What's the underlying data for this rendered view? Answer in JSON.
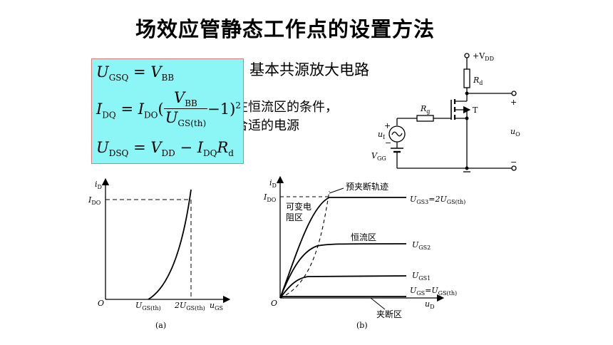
{
  "title": "场效应管静态工作点的设置方法",
  "circuit_heading": "基本共源放大电路",
  "note_line1": "在恒流区的条件，",
  "note_line2": "合适的电源",
  "formulas": {
    "f1_lhs": "U",
    "f1_lhs_sub": "GSQ",
    "f1_rhs": "= V",
    "f1_rhs_sub": "BB",
    "f2_lhs": "I",
    "f2_lhs_sub": "DQ",
    "f2_eq": "= I",
    "f2_eq_sub": "DO",
    "f2_open": "(",
    "f2_num": "V",
    "f2_num_sub": "BB",
    "f2_den": "U",
    "f2_den_sub": "GS(th)",
    "f2_tail": "−1)",
    "f2_exp": "2",
    "f3_lhs": "U",
    "f3_lhs_sub": "DSQ",
    "f3_rhs": "= V",
    "f3_rhs_sub": "DD",
    "f3_minus": " − I",
    "f3_minus_sub": "DQ",
    "f3_r": "R",
    "f3_r_sub": "d"
  },
  "circuit": {
    "vdd": "+V",
    "vdd_sub": "DD",
    "rd": "R",
    "rd_sub": "d",
    "rg": "R",
    "rg_sub": "g",
    "transistor": "T",
    "ui": "u",
    "ui_sub": "I",
    "vgg": "V",
    "vgg_sub": "GG",
    "uo": "u",
    "uo_sub": "O",
    "plus_in": "+",
    "minus_in": "−",
    "plus_out": "+",
    "minus_out": "−"
  },
  "graph_a": {
    "y_axis": "i",
    "y_axis_sub": "D",
    "ido": "I",
    "ido_sub": "DO",
    "origin": "O",
    "x_tick1": "U",
    "x_tick1_sub": "GS(th)",
    "x_tick2": "2U",
    "x_tick2_sub": "GS(th)",
    "x_axis": "u",
    "x_axis_sub": "GS",
    "caption": "(a)"
  },
  "graph_b": {
    "y_axis": "i",
    "y_axis_sub": "D",
    "ido": "I",
    "ido_sub": "DO",
    "origin": "O",
    "x_axis": "u",
    "x_axis_sub": "D",
    "pinch_label": "预夹断轨迹",
    "variable_label_1": "可变电",
    "variable_label_2": "阻区",
    "constant_label": "恒流区",
    "cutoff_label": "夹断区",
    "curve1": "U",
    "curve1_sub": "GS3",
    "curve1_tail": "=2U",
    "curve1_tail_sub": "GS(th)",
    "curve2": "U",
    "curve2_sub": "GS2",
    "curve3": "U",
    "curve3_sub": "GS1",
    "curve4": "U",
    "curve4_sub": "GS",
    "curve4_tail": "=U",
    "curve4_tail_sub": "GS(th)",
    "caption": "(b)"
  }
}
